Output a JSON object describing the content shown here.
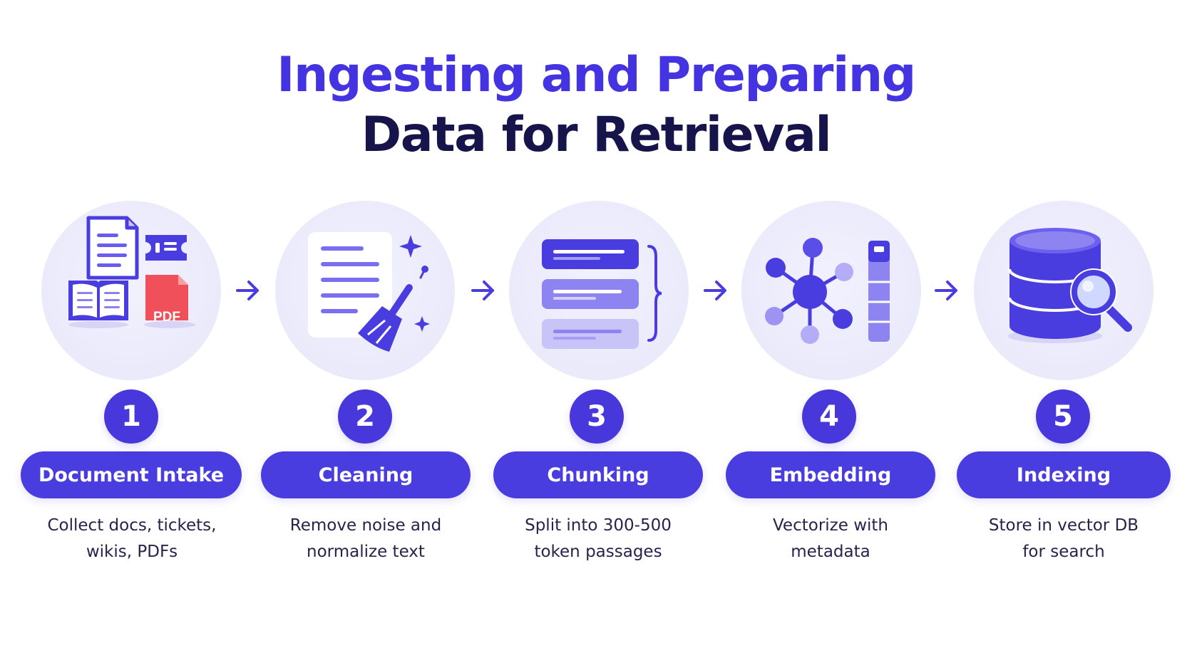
{
  "title": {
    "line1": "Ingesting and Preparing",
    "line2": "Data for Retrieval"
  },
  "colors": {
    "accent": "#4a3de0",
    "heading_dark": "#16144a",
    "circle_bg": "#ebebfb",
    "pdf_red": "#f0505a"
  },
  "steps": [
    {
      "number": "1",
      "label": "Document Intake",
      "desc": [
        "Collect docs, tickets,",
        "wikis, PDFs"
      ],
      "icon": "document-intake-icon",
      "icon_text": "PDF"
    },
    {
      "number": "2",
      "label": "Cleaning",
      "desc": [
        "Remove noise and",
        "normalize text"
      ],
      "icon": "cleaning-broom-icon"
    },
    {
      "number": "3",
      "label": "Chunking",
      "desc": [
        "Split into 300-500",
        "token passages"
      ],
      "icon": "chunking-icon"
    },
    {
      "number": "4",
      "label": "Embedding",
      "desc": [
        "Vectorize with",
        "metadata"
      ],
      "icon": "embedding-network-icon"
    },
    {
      "number": "5",
      "label": "Indexing",
      "desc": [
        "Store in vector DB",
        "for search"
      ],
      "icon": "database-search-icon"
    }
  ],
  "arrows": [
    "arrow-right-icon",
    "arrow-right-icon",
    "arrow-right-icon",
    "arrow-right-icon"
  ]
}
